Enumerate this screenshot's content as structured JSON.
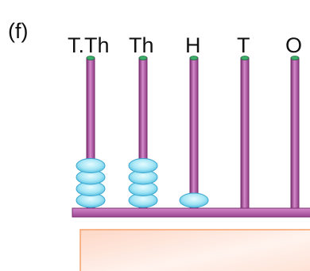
{
  "part_label": "(f)",
  "abacus": {
    "rods": [
      {
        "label": "T.Th",
        "beads": 4
      },
      {
        "label": "Th",
        "beads": 4
      },
      {
        "label": "H",
        "beads": 1
      },
      {
        "label": "T",
        "beads": 0
      },
      {
        "label": "O",
        "beads": 0
      }
    ],
    "colors": {
      "rod": "#b65aa8",
      "rod_dark": "#7a2d6f",
      "rod_cap": "#3dae6a",
      "bead": "#9fe3f3",
      "bead_edge": "#3aa6cf",
      "base": "#c06ab4",
      "answer_box_top": "#fde6dc",
      "answer_box_edge": "#f5a26b"
    }
  }
}
